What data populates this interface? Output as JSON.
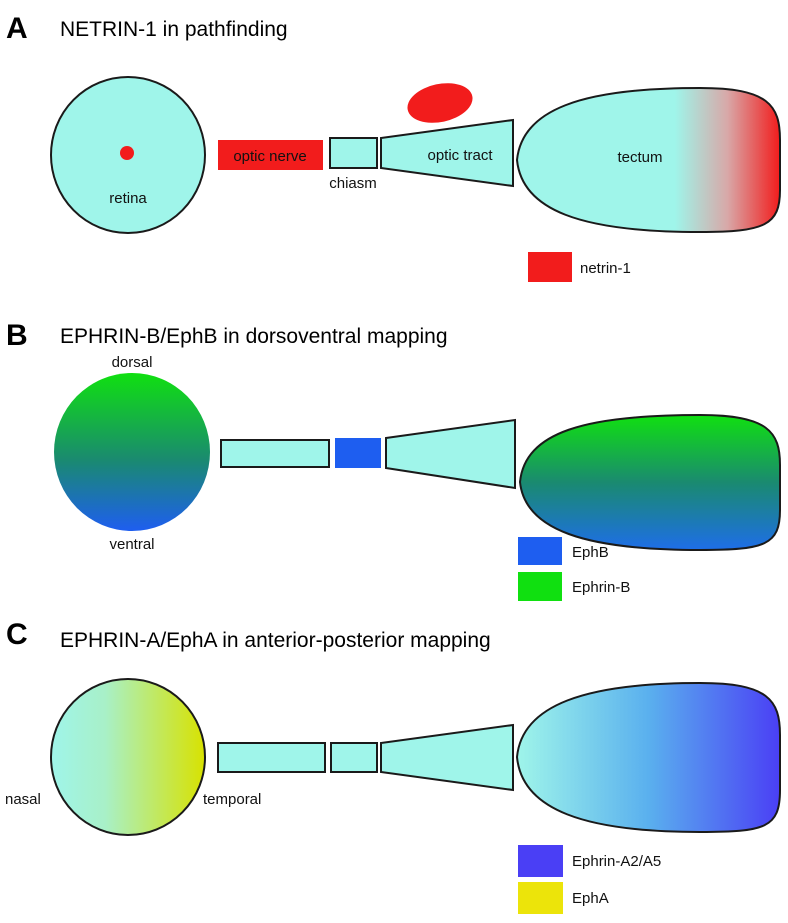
{
  "colors": {
    "cyan": "#9ff5ea",
    "red": "#f21c1c",
    "blue": "#1e5ef0",
    "green": "#10e010",
    "violet": "#4a3ff5",
    "yellow": "#ece40a"
  },
  "panels": [
    {
      "letter": "A",
      "title": "NETRIN-1 in pathfinding",
      "labels": {
        "retina": "retina",
        "optic_nerve": "optic nerve",
        "chiasm": "chiasm",
        "optic_tract": "optic tract",
        "tectum": "tectum"
      },
      "legend": [
        {
          "label": "netrin-1",
          "color": "#f21c1c"
        }
      ]
    },
    {
      "letter": "B",
      "title": "EPHRIN-B/EphB in dorsoventral mapping",
      "labels": {
        "dorsal": "dorsal",
        "ventral": "ventral"
      },
      "legend": [
        {
          "label": "EphB",
          "color": "#1e5ef0"
        },
        {
          "label": "Ephrin-B",
          "color": "#10e010"
        }
      ]
    },
    {
      "letter": "C",
      "title": "EPHRIN-A/EphA in anterior-posterior mapping",
      "labels": {
        "nasal": "nasal",
        "temporal": "temporal"
      },
      "legend": [
        {
          "label": "Ephrin-A2/A5",
          "color": "#4a3ff5"
        },
        {
          "label": "EphA",
          "color": "#ece40a"
        }
      ]
    }
  ]
}
